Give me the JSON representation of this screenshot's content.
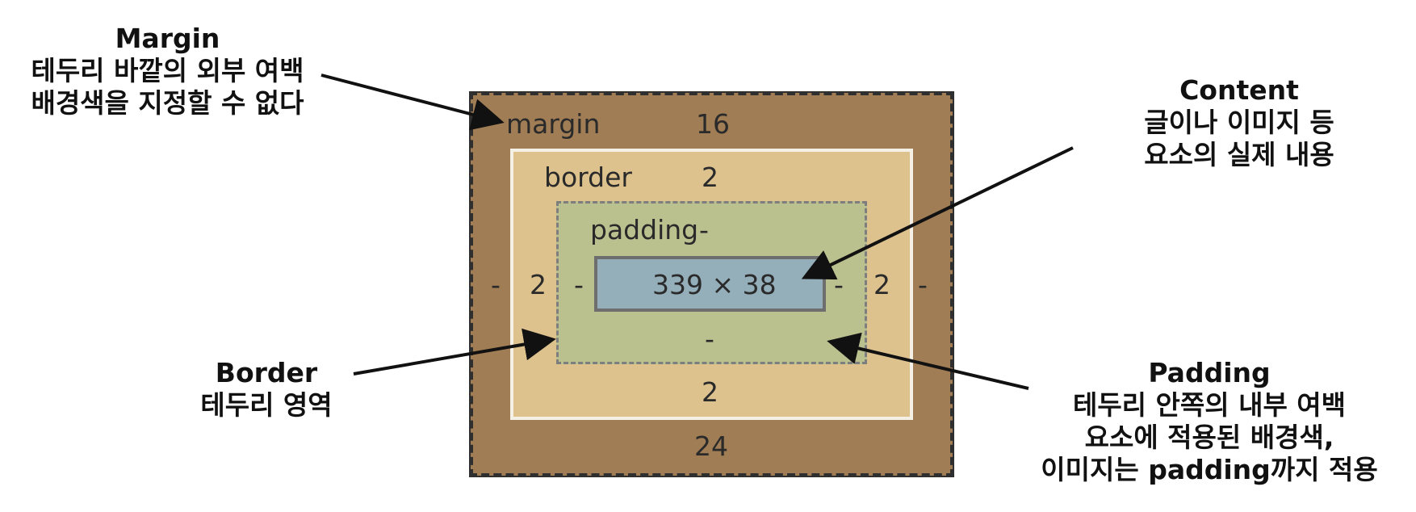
{
  "annotations": {
    "margin": [
      "Margin",
      "테두리 바깥의 외부 여백",
      "배경색을 지정할 수 없다"
    ],
    "content": [
      "Content",
      "글이나 이미지 등",
      "요소의 실제 내용"
    ],
    "border": [
      "Border",
      "테두리 영역"
    ],
    "padding": [
      "Padding",
      "테두리 안쪽의 내부 여백",
      "요소에 적용된 배경색,",
      "이미지는 padding까지 적용"
    ]
  },
  "box_model": {
    "margin": {
      "name": "margin",
      "top": "16",
      "right": "-",
      "bottom": "24",
      "left": "-"
    },
    "border": {
      "name": "border",
      "top": "2",
      "right": "2",
      "bottom": "2",
      "left": "2"
    },
    "padding": {
      "name": "padding",
      "top": "-",
      "right": "-",
      "bottom": "-",
      "left": "-"
    },
    "content": {
      "size": "339 × 38"
    }
  },
  "colors": {
    "margin": "#a07d55",
    "border": "#ddc28e",
    "padding": "#bac18e",
    "content": "#94aeba",
    "arrow": "#111111"
  }
}
